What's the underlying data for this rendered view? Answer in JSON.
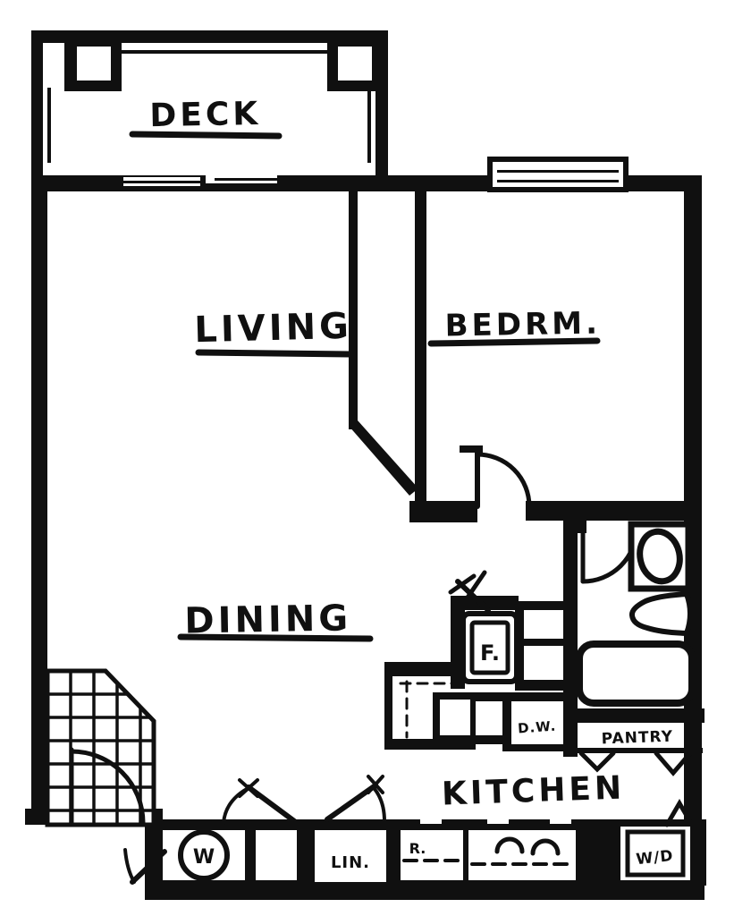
{
  "title": "One-bedroom apartment floor plan (hand-drawn)",
  "rooms": {
    "deck": "DECK",
    "living": "LIVING",
    "bedroom": "BEDRM.",
    "dining": "DINING",
    "kitchen": "KITCHEN",
    "pantry": "PANTRY"
  },
  "fixtures": {
    "refrigerator": "F.",
    "dishwasher": "D.W.",
    "linen_closet": "LIN.",
    "range": "R.",
    "washer_dryer": "W/D",
    "water_heater": "W"
  },
  "colors": {
    "ink": "#101010",
    "paper": "#ffffff"
  }
}
